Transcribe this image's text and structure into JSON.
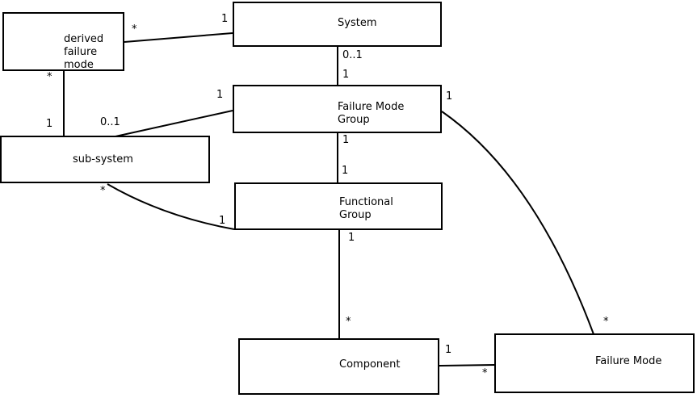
{
  "diagram": {
    "type": "uml-class-diagram",
    "colors": {
      "background": "#ffffff",
      "line": "#000000",
      "text": "#000000"
    },
    "boxes": {
      "derived_failure_mode": {
        "label": "derived\nfailure\nmode"
      },
      "system": {
        "label": "System"
      },
      "failure_mode_group": {
        "label": "Failure Mode\nGroup"
      },
      "sub_system": {
        "label": "sub-system"
      },
      "functional_group": {
        "label": "Functional\nGroup"
      },
      "component": {
        "label": "Component"
      },
      "failure_mode": {
        "label": "Failure Mode"
      }
    },
    "labels": {
      "dfm_sys_near_dfm": "*",
      "dfm_sys_near_sys": "1",
      "dfm_subsys_near_dfm": "*",
      "dfm_subsys_near_subsys": "1",
      "sys_fmg_near_sys": "0..1",
      "sys_fmg_near_fmg": "1",
      "fmg_subsys_near_fmg": "1",
      "fmg_subsys_near_subsys": "0..1",
      "fmg_fg_near_fmg": "1",
      "fmg_fg_near_fg": "1",
      "subsys_fg_near_subsys": "*",
      "subsys_fg_near_fg": "1",
      "fg_comp_near_fg": "1",
      "fg_comp_near_comp": "*",
      "comp_fm_near_comp": "1",
      "comp_fm_near_fm": "*",
      "fmg_fm_near_fmg": "1",
      "fmg_fm_near_fm": "*"
    }
  }
}
